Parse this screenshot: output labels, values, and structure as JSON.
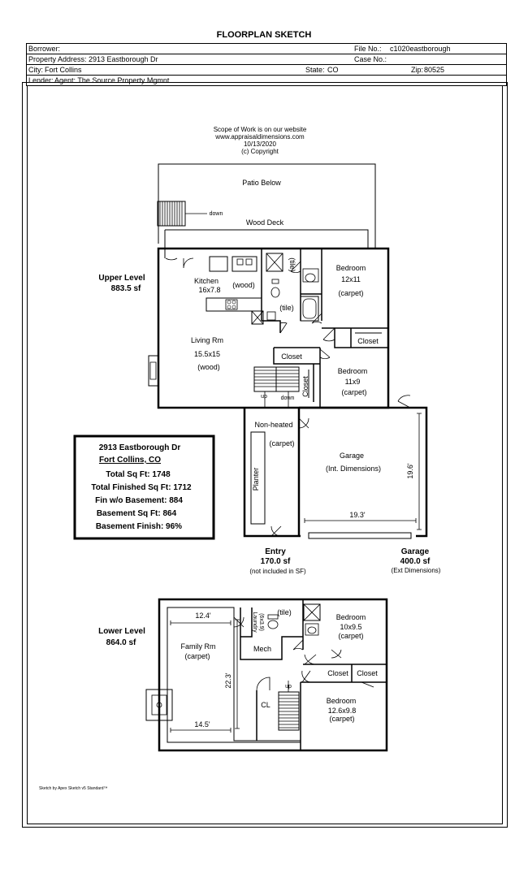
{
  "title": "FLOORPLAN SKETCH",
  "header": {
    "borrower_label": "Borrower:",
    "file_label": "File No.:",
    "file_value": "c1020eastborough",
    "address_label": "Property Address:",
    "address_value": "2913 Eastborough Dr",
    "case_label": "Case No.:",
    "city_label": "City:",
    "city_value": "Fort Collins",
    "state_label": "State:",
    "state_value": "CO",
    "zip_label": "Zip:",
    "zip_value": "80525",
    "lender_label": "Lender:",
    "lender_value": "Agent:  The Source Property Mgmnt"
  },
  "notes": {
    "scope": "Scope of Work is on our website",
    "website": "www.appraisaldimensions.com",
    "date": "10/13/2020",
    "copyright": "(c) Copyright",
    "footer": "Sketch by Apex Sketch v5 Standard™"
  },
  "upper": {
    "label": "Upper Level",
    "area": "883.5 sf",
    "patio": "Patio Below",
    "deck": "Wood Deck",
    "down": "down",
    "kitchen": "Kitchen",
    "kitchen_dim": "16x7.8",
    "wood": "(wood)",
    "tile": "(tile)",
    "bedroom": "Bedroom",
    "bed1_dim": "12x11",
    "carpet": "(carpet)",
    "closet": "Closet",
    "living": "Living Rm",
    "living_dim": "15.5x15",
    "bed2_dim": "11x9",
    "up": "up"
  },
  "summary": {
    "address": "2913 Eastborough Dr",
    "city": "Fort Collins, CO",
    "total": "Total Sq Ft:  1748",
    "finished": "Total Finished Sq Ft:  1712",
    "fin_wo": "Fin w/o Basement:  884",
    "basement": "Basement Sq Ft:  864",
    "basement_finish": "Basement Finish:  96%"
  },
  "entry": {
    "nonheated": "Non-heated",
    "carpet": "(carpet)",
    "planter": "Planter",
    "label": "Entry",
    "area": "170.0 sf",
    "note": "(not included in SF)"
  },
  "garage": {
    "name": "Garage",
    "int_dim": "(Int. Dimensions)",
    "height": "19.6'",
    "width": "19.3'",
    "label": "Garage",
    "area": "400.0 sf",
    "note": "(Ext Dimensions)"
  },
  "lower": {
    "label": "Lower Level",
    "area": "864.0 sf",
    "family": "Family Rm",
    "carpet": "(carpet)",
    "dim_top": "12.4'",
    "dim_side": "22.3'",
    "dim_bottom": "14.5'",
    "laundry": "Laundry",
    "laundry_dim": "(6x3.9)",
    "tile": "(tile)",
    "mech": "Mech",
    "bedroom": "Bedroom",
    "bed1_dim": "10x9.5",
    "closet": "Closet",
    "up": "up",
    "cl": "CL",
    "bed2_dim": "12.6x9.8"
  }
}
